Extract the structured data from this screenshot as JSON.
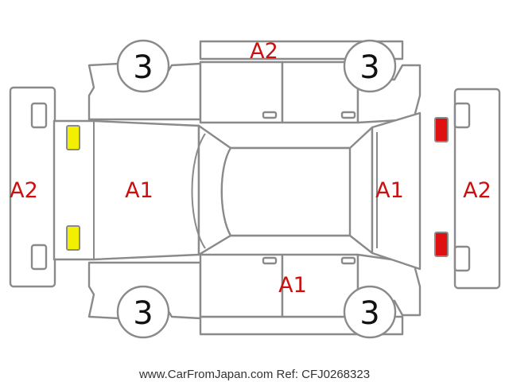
{
  "colors": {
    "outline": "#8a8a8a",
    "damage_code": "#cc1010",
    "front_marker": "#f2f000",
    "rear_marker": "#e01010",
    "wheel_number": "#111111"
  },
  "damage_codes": {
    "front_bumper": "A2",
    "hood": "A1",
    "roof_top": "A2",
    "rear_hatch": "A1",
    "rear_bumper": "A2",
    "lower_door": "A1"
  },
  "wheels": {
    "front_left": "3",
    "rear_left": "3",
    "front_right": "3",
    "rear_right": "3"
  },
  "footer": "www.CarFromJapan.com Ref: CFJ0268323"
}
